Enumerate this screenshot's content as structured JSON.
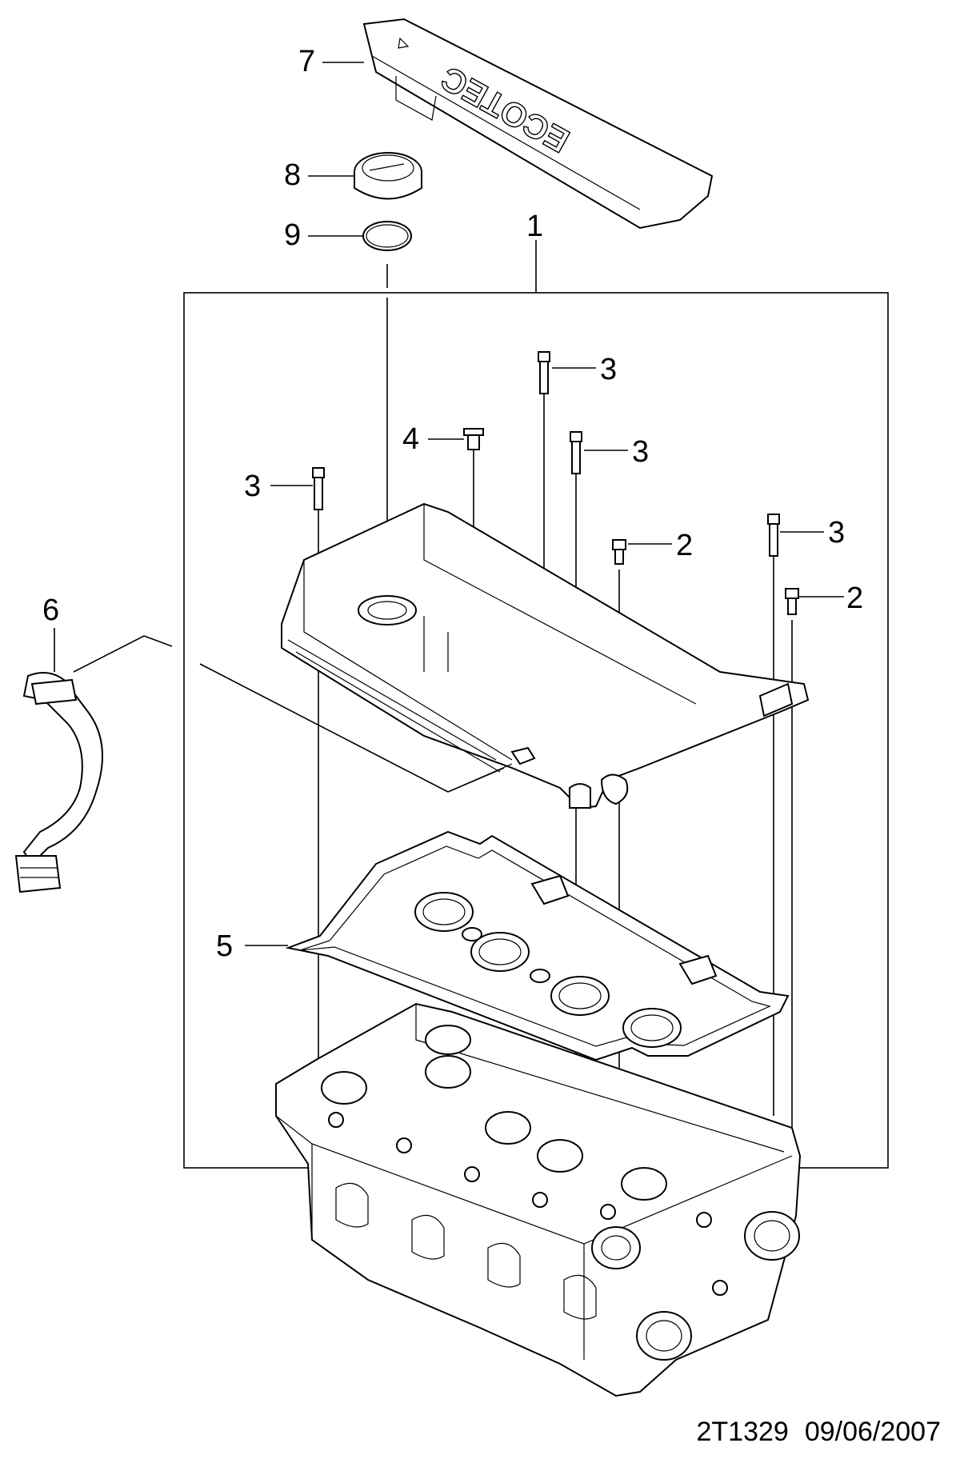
{
  "diagram": {
    "callouts": [
      {
        "id": "p1",
        "label": "1"
      },
      {
        "id": "p2a",
        "label": "2"
      },
      {
        "id": "p2b",
        "label": "2"
      },
      {
        "id": "p3a",
        "label": "3"
      },
      {
        "id": "p3b",
        "label": "3"
      },
      {
        "id": "p3c",
        "label": "3"
      },
      {
        "id": "p3d",
        "label": "3"
      },
      {
        "id": "p4",
        "label": "4"
      },
      {
        "id": "p5",
        "label": "5"
      },
      {
        "id": "p6",
        "label": "6"
      },
      {
        "id": "p7",
        "label": "7"
      },
      {
        "id": "p8",
        "label": "8"
      },
      {
        "id": "p9",
        "label": "9"
      }
    ],
    "cover_text": "ECOTEC"
  },
  "caption": {
    "code": "2T1329",
    "date": "09/06/2007"
  }
}
